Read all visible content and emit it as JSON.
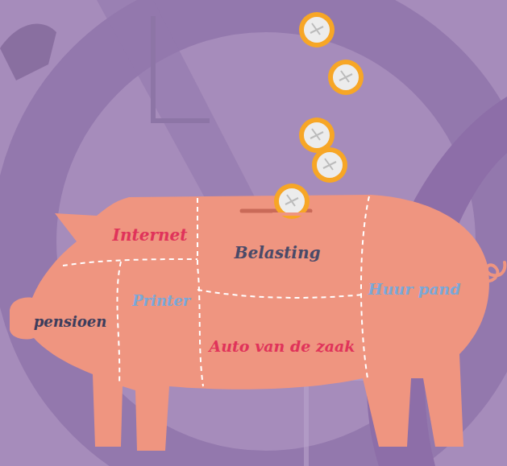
{
  "diagram": {
    "labels": [
      "Internet",
      "Belasting",
      "Printer",
      "Huur pand",
      "pensioen",
      "Auto van de zaak"
    ]
  }
}
